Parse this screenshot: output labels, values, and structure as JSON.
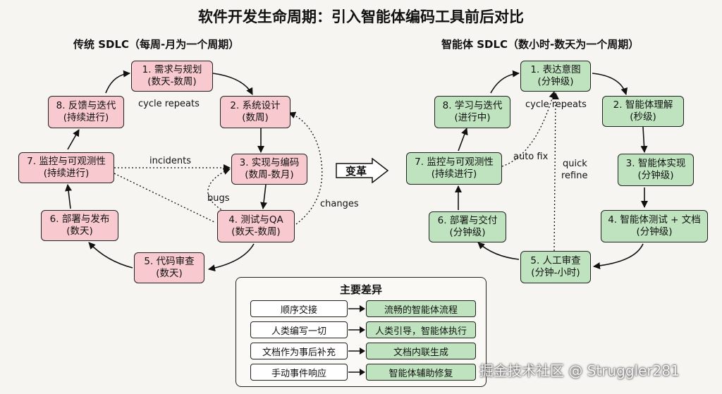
{
  "title": "软件开发生命周期：引入智能体编码工具前后对比",
  "left": {
    "subtitle": "传统 SDLC（每周-月为一个周期）",
    "boxes": [
      {
        "line1": "1. 需求与规划",
        "line2": "(数天-数周)"
      },
      {
        "line1": "2. 系统设计",
        "line2": "(数周)"
      },
      {
        "line1": "3. 实现与编码",
        "line2": "(数周-数月)"
      },
      {
        "line1": "4. 测试与QA",
        "line2": "(数天-数周)"
      },
      {
        "line1": "5. 代码审查",
        "line2": "(数天)"
      },
      {
        "line1": "6. 部署与发布",
        "line2": "(数天)"
      },
      {
        "line1": "7. 监控与可观测性",
        "line2": "(持续进行)"
      },
      {
        "line1": "8. 反馈与迭代",
        "line2": "(持续进行)"
      }
    ],
    "labels": {
      "cycle": "cycle repeats",
      "incidents": "incidents",
      "bugs": "bugs",
      "changes": "changes"
    }
  },
  "transform_label": "变革",
  "right": {
    "subtitle": "智能体 SDLC（数小时-数天为一个周期）",
    "boxes": [
      {
        "line1": "1. 表达意图",
        "line2": "(分钟级)"
      },
      {
        "line1": "2. 智能体理解",
        "line2": "(秒级)"
      },
      {
        "line1": "3. 智能体实现",
        "line2": "(分钟级)"
      },
      {
        "line1": "4. 智能体测试 + 文档",
        "line2": "(分钟级)"
      },
      {
        "line1": "5. 人工审查",
        "line2": "(分钟-小时)"
      },
      {
        "line1": "6. 部署与交付",
        "line2": "(分钟级)"
      },
      {
        "line1": "7. 监控与可观测性",
        "line2": "(持续进行)"
      },
      {
        "line1": "8. 学习与迭代",
        "line2": "(进行中)"
      }
    ],
    "labels": {
      "cycle": "cycle repeats",
      "auto_fix": "auto fix",
      "quick": "quick",
      "refine": "refine"
    }
  },
  "differences": {
    "title": "主要差异",
    "rows": [
      {
        "from": "顺序交接",
        "to": "流畅的智能体流程"
      },
      {
        "from": "人类编写一切",
        "to": "人类引导，智能体执行"
      },
      {
        "from": "文档作为事后补充",
        "to": "文档内联生成"
      },
      {
        "from": "手动事件响应",
        "to": "智能体辅助修复"
      }
    ]
  },
  "watermark": "掘金技术社区 @ Struggler281"
}
